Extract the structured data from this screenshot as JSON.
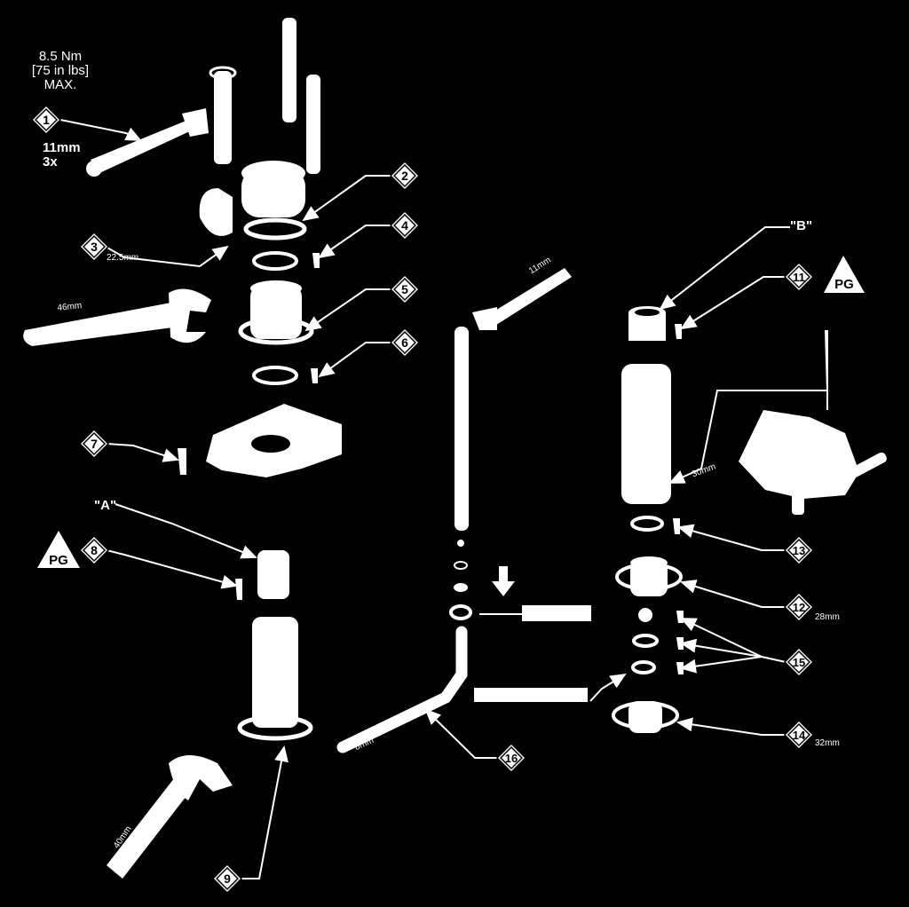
{
  "torque_note": {
    "line1": "8.5 Nm",
    "line2": "[75 in lbs]",
    "line3": "MAX."
  },
  "tool1": {
    "size": "11mm",
    "qty": "3x"
  },
  "callouts": [
    "1",
    "2",
    "3",
    "4",
    "5",
    "6",
    "7",
    "8",
    "9",
    "11",
    "12",
    "13",
    "14",
    "15",
    "16"
  ],
  "size_labels": {
    "s3": "22.5mm",
    "wrench46": "46mm",
    "wrench11": "11mm",
    "s30": "30mm",
    "s12": "28mm",
    "s14": "32mm",
    "s16": "8mm",
    "wrench9": "40mm"
  },
  "refs": {
    "a": "\"A\"",
    "b": "\"B\""
  },
  "pg_badge": "PG",
  "colors": {
    "background": "#000000",
    "ink": "#ffffff"
  }
}
